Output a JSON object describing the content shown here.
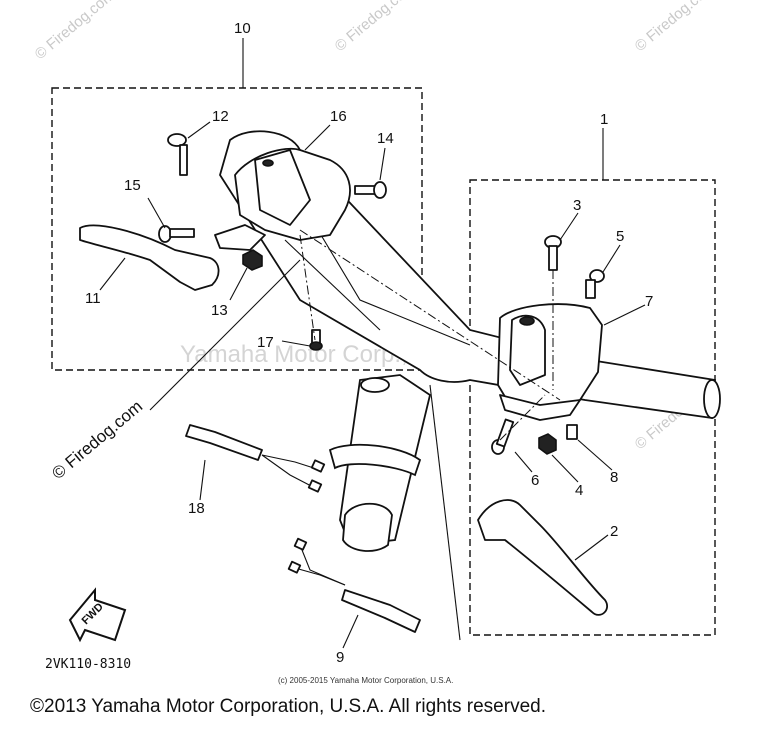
{
  "callouts": {
    "n1": "1",
    "n2": "2",
    "n3": "3",
    "n4": "4",
    "n5": "5",
    "n6": "6",
    "n7": "7",
    "n8": "8",
    "n9": "9",
    "n10": "10",
    "n11": "11",
    "n12": "12",
    "n13": "13",
    "n14": "14",
    "n15": "15",
    "n16": "16",
    "n17": "17",
    "n18": "18"
  },
  "watermarks": {
    "firedog": "© Firedog.com",
    "center": "Yamaha Motor Corp., U.S.A."
  },
  "fwd_label": "FWD",
  "diagram_code": "2VK110-8310",
  "small_copyright": "(c) 2005-2015 Yamaha Motor Corporation, U.S.A.",
  "footer_copyright": "©2013 Yamaha Motor Corporation, U.S.A. All rights reserved."
}
